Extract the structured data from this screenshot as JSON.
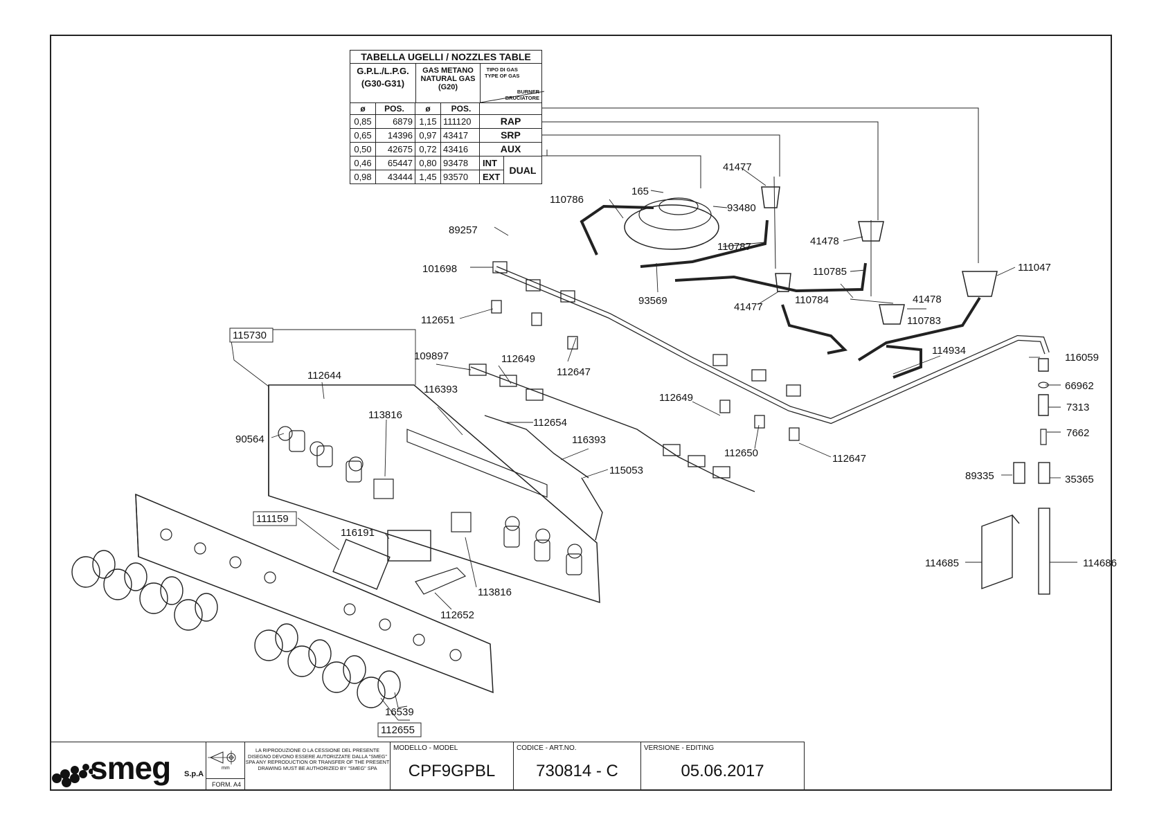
{
  "nozzles_table": {
    "title": "TABELLA UGELLI / NOZZLES TABLE",
    "lpg_header": [
      "G.P.L./L.P.G.",
      "(G30-G31)"
    ],
    "natural_header": [
      "GAS METANO",
      "NATURAL GAS",
      "(G20)"
    ],
    "gas_type_label": [
      "TIPO DI GAS",
      "TYPE OF GAS"
    ],
    "burner_label": [
      "BURNER",
      "BRUCIATORE"
    ],
    "col_headers": [
      "ø",
      "POS.",
      "ø",
      "POS."
    ],
    "rows": [
      {
        "lpg_d": "0,85",
        "lpg_pos": "6879",
        "nat_d": "1,15",
        "nat_pos": "111120",
        "burner": "RAP"
      },
      {
        "lpg_d": "0,65",
        "lpg_pos": "14396",
        "nat_d": "0,97",
        "nat_pos": "43417",
        "burner": "SRP"
      },
      {
        "lpg_d": "0,50",
        "lpg_pos": "42675",
        "nat_d": "0,72",
        "nat_pos": "43416",
        "burner": "AUX"
      }
    ],
    "dual_rows": [
      {
        "lpg_d": "0,46",
        "lpg_pos": "65447",
        "nat_d": "0,80",
        "nat_pos": "93478",
        "sub": "INT"
      },
      {
        "lpg_d": "0,98",
        "lpg_pos": "43444",
        "nat_d": "1,45",
        "nat_pos": "93570",
        "sub": "EXT"
      }
    ],
    "dual_label": "DUAL"
  },
  "part_labels": {
    "p41477a": "41477",
    "p165": "165",
    "p93480": "93480",
    "p110786": "110786",
    "p89257": "89257",
    "p110787": "110787",
    "p41478a": "41478",
    "p101698": "101698",
    "p110785": "110785",
    "p111047": "111047",
    "p93569": "93569",
    "p41477b": "41477",
    "p110784": "110784",
    "p41478b": "41478",
    "p110783": "110783",
    "p112651": "112651",
    "p115730": "115730",
    "p114934": "114934",
    "p116059": "116059",
    "p109897": "109897",
    "p112649a": "112649",
    "p112647a": "112647",
    "p112644": "112644",
    "p66962": "66962",
    "p116393a": "116393",
    "p112649b": "112649",
    "p7313": "7313",
    "p113816a": "113816",
    "p112654": "112654",
    "p7662": "7662",
    "p90564": "90564",
    "p116393b": "116393",
    "p112650": "112650",
    "p112647b": "112647",
    "p115053": "115053",
    "p89335": "89335",
    "p35365": "35365",
    "p111159": "111159",
    "p116191": "116191",
    "p114685": "114685",
    "p114686": "114686",
    "p113816b": "113816",
    "p112652": "112652",
    "p16539": "16539",
    "p112655": "112655"
  },
  "title_block": {
    "logo_word": "smeg",
    "logo_suffix": "S.p.A",
    "form": "FORM. A4",
    "mm": "mm",
    "notice": "LA RIPRODUZIONE O LA CESSIONE DEL PRESENTE DISEGNO DEVONO ESSERE AUTORIZZATE DALLA \"SMEG\" SPA ANY REPRODUCTION OR TRANSFER OF THE PRESENT DRAWING MUST BE AUTHORIZED BY \"SMEG\" SPA",
    "model_caption": "MODELLO - MODEL",
    "model_value": "CPF9GPBL",
    "code_caption": "CODICE - ART.NO.",
    "code_value": "730814 - C",
    "version_caption": "VERSIONE - EDITING",
    "version_value": "05.06.2017"
  }
}
